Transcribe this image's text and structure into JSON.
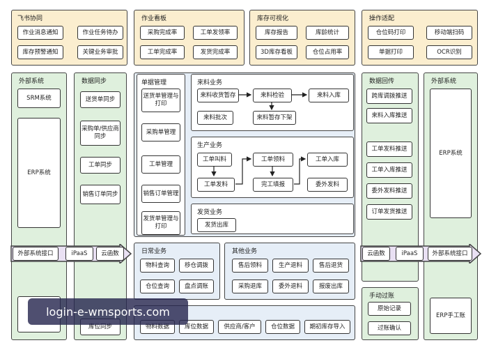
{
  "top": [
    {
      "title": "飞书协同",
      "items": [
        "作业消息通知",
        "作业任务待办",
        "库存预警通知",
        "关键业务审批"
      ]
    },
    {
      "title": "作业看板",
      "items": [
        "采购完成率",
        "工单发领率",
        "工单完成率",
        "发货完成率"
      ]
    },
    {
      "title": "库存可视化",
      "items": [
        "库存报告",
        "库龄统计",
        "3D库存看板",
        "仓位占用率"
      ]
    },
    {
      "title": "操作适配",
      "items": [
        "仓位码打印",
        "移动端扫码",
        "单据打印",
        "OCR识别"
      ]
    }
  ],
  "left_external": {
    "title": "外部系统",
    "items": [
      "SRM系统",
      "ERP系统"
    ]
  },
  "data_sync": {
    "title": "数据同步",
    "items": [
      "送货单同步",
      "采购单/供应商同步",
      "工单同步",
      "销售订单同步",
      "库位同步"
    ]
  },
  "doc_mgmt": {
    "title": "单据管理",
    "items": [
      "送货单管理与打印",
      "采购单管理",
      "工单管理",
      "销售订单管理",
      "发货单管理与打印"
    ]
  },
  "incoming": {
    "title": "来料业务",
    "items": [
      "来料收货暂存",
      "来料检验",
      "来料入库",
      "来料批次",
      "来料暂存下架"
    ]
  },
  "production": {
    "title": "生产业务",
    "items": [
      "工单叫料",
      "工单领料",
      "工单入库",
      "工单发料",
      "完工填报",
      "委外发料"
    ]
  },
  "shipping": {
    "title": "发货业务",
    "items": [
      "发货出库"
    ]
  },
  "daily": {
    "title": "日常业务",
    "items": [
      "物料查询",
      "移仓调拨",
      "仓位查询",
      "盘点调账"
    ]
  },
  "other": {
    "title": "其他业务",
    "items": [
      "售后领料",
      "生产退料",
      "售后退货",
      "采购退库",
      "委外退料",
      "报废出库"
    ]
  },
  "master": {
    "items": [
      "物料数据",
      "库位数据",
      "供应商/客户",
      "仓位数据",
      "期初库存导入"
    ]
  },
  "data_back": {
    "title": "数据回传",
    "items": [
      "跨库调拨推送",
      "来料入库推送",
      "工单发料推送",
      "工单入库推送",
      "委外发料推送",
      "订单发货推送"
    ]
  },
  "right_external": {
    "title": "外部系统",
    "items": [
      "ERP系统",
      "ERP手工账"
    ]
  },
  "manual": {
    "title": "手动过账",
    "items": [
      "原始记录",
      "过账确认"
    ]
  },
  "left_band": [
    "外部系统接口",
    "iPaaS",
    "云函数"
  ],
  "right_band": [
    "云函数",
    "iPaaS",
    "外部系统接口"
  ],
  "watermark": "login-e-wmsports.com",
  "colors": {
    "yellow": "#fbeecf",
    "green": "#dff0dd",
    "blue": "#e6eef7",
    "border": "#333333"
  }
}
